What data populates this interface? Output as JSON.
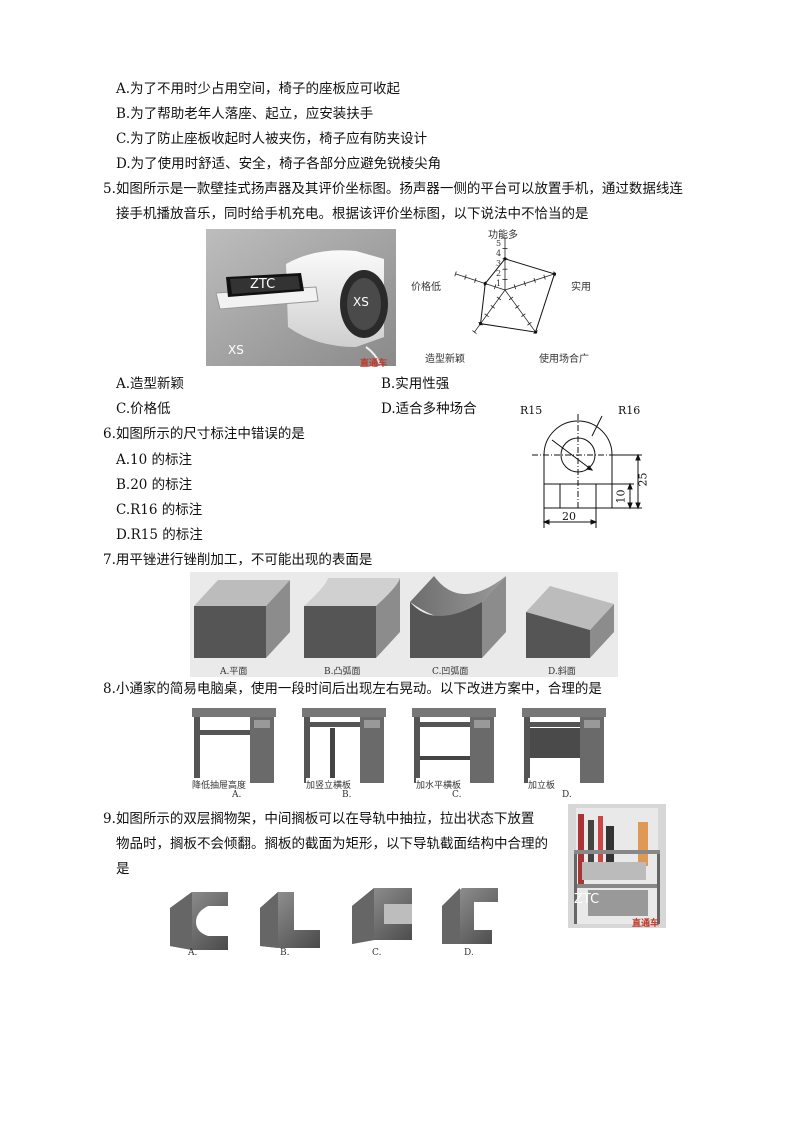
{
  "q4": {
    "options": [
      "A.为了不用时少占用空间，椅子的座板应可收起",
      "B.为了帮助老年人落座、起立，应安装扶手",
      "C.为了防止座板收起时人被夹伤，椅子应有防夹设计",
      "D.为了使用时舒适、安全，椅子各部分应避免锐棱尖角"
    ]
  },
  "q5": {
    "line1": "5.如图所示是一款壁挂式扬声器及其评价坐标图。扬声器一侧的平台可以放置手机，通过数据线连",
    "line2": "接手机播放音乐，同时给手机充电。根据该评价坐标图，以下说法中不恰当的是",
    "photo_marks": [
      "ZTC",
      "XS",
      "XS",
      "直通车"
    ],
    "radar": {
      "axes": [
        "功能多",
        "实用",
        "使用场合广",
        "造型新颖",
        "价格低"
      ],
      "ticks": [
        "1",
        "2",
        "3",
        "4",
        "5"
      ],
      "values": [
        3,
        5,
        5,
        4,
        2
      ],
      "max": 5
    },
    "options": [
      "A.造型新颖",
      "B.实用性强",
      "C.价格低",
      "D.适合多种场合"
    ]
  },
  "q6": {
    "stem": "6.如图所示的尺寸标注中错误的是",
    "options": [
      "A.10 的标注",
      "B.20 的标注",
      "C.R16 的标注",
      "D.R15 的标注"
    ],
    "dims": {
      "r_left": "R15",
      "r_right": "R16",
      "height_total": "25",
      "height_base": "10",
      "width": "20"
    }
  },
  "q7": {
    "stem": "7.用平锉进行锉削加工，不可能出现的表面是",
    "captions": [
      "A.平面",
      "B.凸弧面",
      "C.凹弧面",
      "D.斜面"
    ]
  },
  "q8": {
    "stem": "8.小通家的简易电脑桌，使用一段时间后出现左右晃动。以下改进方案中，合理的是",
    "captions": [
      "降低抽屉高度",
      "加竖立横板",
      "加水平横板",
      "加立板"
    ],
    "letters": [
      "A.",
      "B.",
      "C.",
      "D."
    ]
  },
  "q9": {
    "line1": "9.如图所示的双层搁物架，中间搁板可以在导轨中抽拉，拉出状态下放置",
    "line2": "物品时，搁板不会倾翻。搁板的截面为矩形，以下导轨截面结构中合理的",
    "line3": "是",
    "photo_marks": [
      "ZTC",
      "直通车"
    ],
    "letters": [
      "A.",
      "B.",
      "C.",
      "D."
    ]
  }
}
